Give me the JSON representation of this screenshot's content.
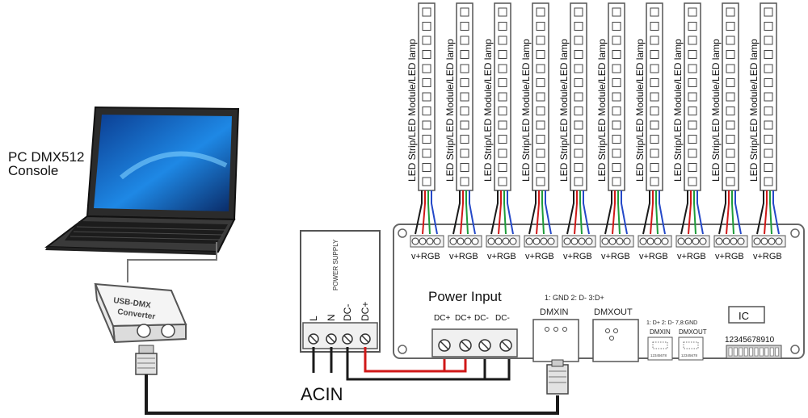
{
  "pc": {
    "label_line1": "PC  DMX512",
    "label_line2": "Console"
  },
  "converter": {
    "label_line1": "USB-DMX",
    "label_line2": "Converter"
  },
  "power_supply": {
    "title": "POWER SUPPLY",
    "terminals": [
      "L",
      "N",
      "DC-",
      "DC+"
    ],
    "ac_label": "ACIN"
  },
  "decoder": {
    "strip_label": "LED Strip/LED Module/LED lamp",
    "output_label": "v+RGB",
    "channel_count": 10,
    "power_input_title": "Power  Input",
    "power_terminals": [
      "DC+",
      "DC+",
      "DC-",
      "DC-"
    ],
    "pin_legend_main": "1: GND  2: D-   3:D+",
    "dmxin_label": "DMXIN",
    "dmxout_label": "DMXOUT",
    "pin_legend_small": "1: D+  2: D- 7,8:GND",
    "small_dmxin_label": "DMXIN",
    "small_dmxout_label": "DMXOUT",
    "small_port_number": "12345678",
    "ic_label": "IC",
    "dip_numbers": "12345678910"
  },
  "colors": {
    "wire_black": "#1a1a1a",
    "wire_red": "#d01818",
    "wire_green": "#1f9d3a",
    "wire_blue": "#2448c8",
    "outline": "#555555"
  }
}
